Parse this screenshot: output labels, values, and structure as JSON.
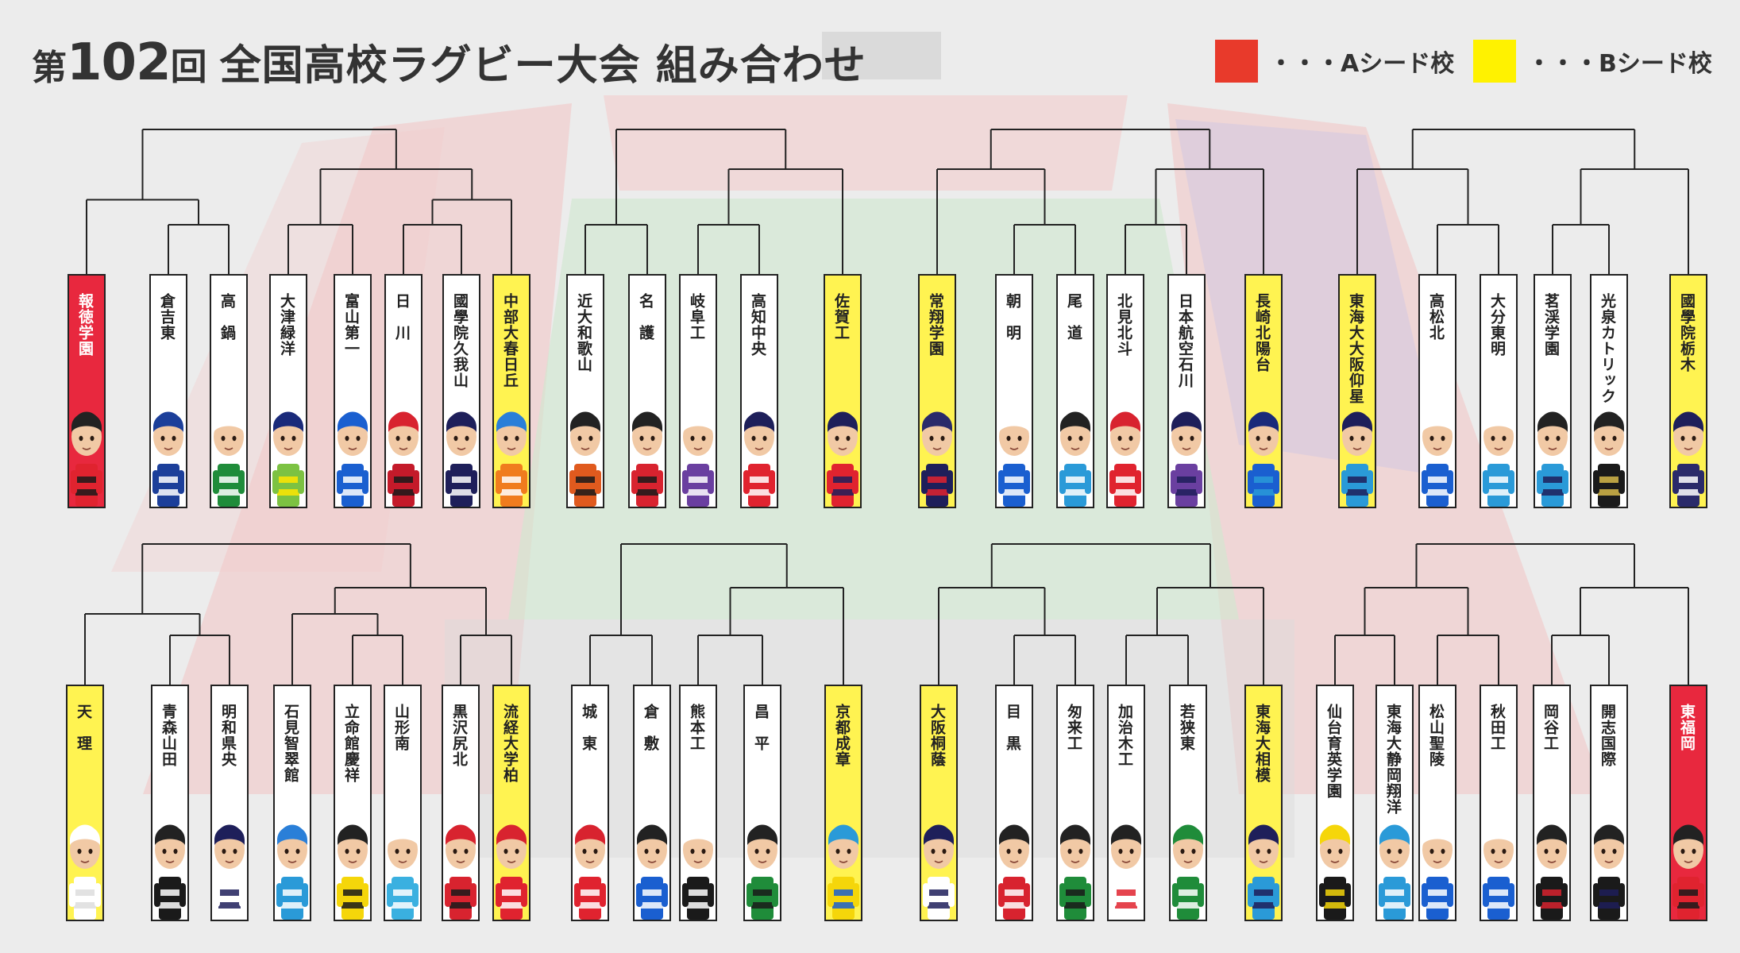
{
  "title": {
    "prefix": "第",
    "number": "102",
    "suffix": "回",
    "main": "全国高校ラグビー大会 組み合わせ"
  },
  "legend": [
    {
      "label": "・・・Aシード校",
      "color": "#e83a2b"
    },
    {
      "label": "・・・Bシード校",
      "color": "#fff200"
    }
  ],
  "colors": {
    "seed_a": "#e8283e",
    "seed_b": "#fff351",
    "normal": "#ffffff"
  },
  "blocks": [
    {
      "teams": [
        {
          "name": "報徳学園",
          "seed": "A",
          "jersey": [
            "#e0232f",
            "#1a1a1a"
          ],
          "helmet": "#222222"
        },
        {
          "name": "倉吉東",
          "seed": "",
          "jersey": [
            "#1c3f9a",
            "#ffffff"
          ],
          "helmet": "#1c3f9a"
        },
        {
          "name": "高　鍋",
          "seed": "",
          "jersey": [
            "#1f8c3a",
            "#ffffff"
          ],
          "helmet": "#ffffff"
        },
        {
          "name": "大津緑洋",
          "seed": "",
          "jersey": [
            "#7cc242",
            "#ffe600"
          ],
          "helmet": "#1a2a7a"
        },
        {
          "name": "富山第一",
          "seed": "",
          "jersey": [
            "#1a5fd0",
            "#ffffff"
          ],
          "helmet": "#1a5fd0"
        },
        {
          "name": "日　川",
          "seed": "",
          "jersey": [
            "#c41a2a",
            "#1a1a1a"
          ],
          "helmet": "#d8232f"
        },
        {
          "name": "國學院久我山",
          "seed": "",
          "jersey": [
            "#1e1f5a",
            "#ffffff"
          ],
          "helmet": "#1e1f5a"
        },
        {
          "name": "中部大春日丘",
          "seed": "B",
          "jersey": [
            "#f07c1e",
            "#ffffff"
          ],
          "helmet": "#2a7fd8"
        }
      ]
    },
    {
      "teams": [
        {
          "name": "近大和歌山",
          "seed": "",
          "jersey": [
            "#e05a1e",
            "#1a1a1a"
          ],
          "helmet": "#222222"
        },
        {
          "name": "名　護",
          "seed": "",
          "jersey": [
            "#d8232f",
            "#1a1a1a"
          ],
          "helmet": "#222222"
        },
        {
          "name": "岐阜工",
          "seed": "",
          "jersey": [
            "#6a3fa0",
            "#ffffff"
          ],
          "helmet": "#ffffff"
        },
        {
          "name": "高知中央",
          "seed": "",
          "jersey": [
            "#e0232f",
            "#ffffff"
          ],
          "helmet": "#1e1f5a"
        },
        {
          "name": "佐賀工",
          "seed": "B",
          "jersey": [
            "#e0232f",
            "#1e1f5a"
          ],
          "helmet": "#1e1f5a"
        }
      ]
    },
    {
      "teams": [
        {
          "name": "常翔学園",
          "seed": "B",
          "jersey": [
            "#1e1f5a",
            "#e0232f"
          ],
          "helmet": "#2a2a6a"
        },
        {
          "name": "朝　明",
          "seed": "",
          "jersey": [
            "#1a5fd0",
            "#ffffff"
          ],
          "helmet": "#ffffff"
        },
        {
          "name": "尾　道",
          "seed": "",
          "jersey": [
            "#2a9ad8",
            "#ffffff"
          ],
          "helmet": "#222222"
        },
        {
          "name": "北見北斗",
          "seed": "",
          "jersey": [
            "#e0232f",
            "#ffffff"
          ],
          "helmet": "#d8232f"
        },
        {
          "name": "日本航空石川",
          "seed": "",
          "jersey": [
            "#6a3fa0",
            "#1e1f5a"
          ],
          "helmet": "#1e1f5a"
        },
        {
          "name": "長崎北陽台",
          "seed": "B",
          "jersey": [
            "#1a5fd0",
            "#2a9ad8"
          ],
          "helmet": "#1a2a7a"
        }
      ]
    },
    {
      "teams": [
        {
          "name": "東海大大阪仰星",
          "seed": "B",
          "jersey": [
            "#2a9ad8",
            "#1e1f5a"
          ],
          "helmet": "#1e1f5a"
        },
        {
          "name": "高松北",
          "seed": "",
          "jersey": [
            "#1a5fd0",
            "#ffffff"
          ],
          "helmet": "#ffffff"
        },
        {
          "name": "大分東明",
          "seed": "",
          "jersey": [
            "#2a9ad8",
            "#ffffff"
          ],
          "helmet": "#ffffff"
        },
        {
          "name": "茗渓学園",
          "seed": "",
          "jersey": [
            "#2a9ad8",
            "#1e1f5a"
          ],
          "helmet": "#222222"
        },
        {
          "name": "光泉カトリック",
          "seed": "",
          "jersey": [
            "#1a1a1a",
            "#d6b94a"
          ],
          "helmet": "#222222"
        },
        {
          "name": "國學院栃木",
          "seed": "B",
          "jersey": [
            "#2a2a6a",
            "#ffffff"
          ],
          "helmet": "#1e1f5a"
        }
      ]
    },
    {
      "teams": [
        {
          "name": "天　理",
          "seed": "B",
          "jersey": [
            "#ffffff",
            "#dddddd"
          ],
          "helmet": "#ffffff"
        },
        {
          "name": "青森山田",
          "seed": "",
          "jersey": [
            "#1a1a1a",
            "#ffffff"
          ],
          "helmet": "#222222"
        },
        {
          "name": "明和県央",
          "seed": "",
          "jersey": [
            "#ffffff",
            "#1e1f5a"
          ],
          "helmet": "#1e1f5a"
        },
        {
          "name": "石見智翠館",
          "seed": "",
          "jersey": [
            "#2a9ad8",
            "#ffffff"
          ],
          "helmet": "#2a7fd8"
        },
        {
          "name": "立命館慶祥",
          "seed": "",
          "jersey": [
            "#f5d60a",
            "#1a1a1a"
          ],
          "helmet": "#222222"
        },
        {
          "name": "山形南",
          "seed": "",
          "jersey": [
            "#3ab0e0",
            "#ffffff"
          ],
          "helmet": "#ffffff"
        },
        {
          "name": "黒沢尻北",
          "seed": "",
          "jersey": [
            "#d8232f",
            "#1a1a1a"
          ],
          "helmet": "#d8232f"
        },
        {
          "name": "流経大学柏",
          "seed": "B",
          "jersey": [
            "#e0232f",
            "#ffffff"
          ],
          "helmet": "#d8232f"
        }
      ]
    },
    {
      "teams": [
        {
          "name": "城　東",
          "seed": "",
          "jersey": [
            "#e0232f",
            "#ffffff"
          ],
          "helmet": "#d8232f"
        },
        {
          "name": "倉　敷",
          "seed": "",
          "jersey": [
            "#1a5fd0",
            "#ffffff"
          ],
          "helmet": "#222222"
        },
        {
          "name": "熊本工",
          "seed": "",
          "jersey": [
            "#1a1a1a",
            "#ffffff"
          ],
          "helmet": "#ffffff"
        },
        {
          "name": "昌　平",
          "seed": "",
          "jersey": [
            "#1f8c3a",
            "#1a1a1a"
          ],
          "helmet": "#222222"
        },
        {
          "name": "京都成章",
          "seed": "B",
          "jersey": [
            "#f5d60a",
            "#1a5fd0"
          ],
          "helmet": "#2a9ad8"
        }
      ]
    },
    {
      "teams": [
        {
          "name": "大阪桐蔭",
          "seed": "B",
          "jersey": [
            "#ffffff",
            "#1e1f5a"
          ],
          "helmet": "#1e1f5a"
        },
        {
          "name": "目　黒",
          "seed": "",
          "jersey": [
            "#d8232f",
            "#ffffff"
          ],
          "helmet": "#222222"
        },
        {
          "name": "匆来工",
          "seed": "",
          "jersey": [
            "#1f8c3a",
            "#1a1a1a"
          ],
          "helmet": "#222222"
        },
        {
          "name": "加治木工",
          "seed": "",
          "jersey": [
            "#ffffff",
            "#e0232f"
          ],
          "helmet": "#222222"
        },
        {
          "name": "若狭東",
          "seed": "",
          "jersey": [
            "#1f8c3a",
            "#ffffff"
          ],
          "helmet": "#1f8c3a"
        },
        {
          "name": "東海大相模",
          "seed": "B",
          "jersey": [
            "#2a9ad8",
            "#1e1f5a"
          ],
          "helmet": "#1e1f5a"
        }
      ]
    },
    {
      "teams": [
        {
          "name": "仙台育英学園",
          "seed": "",
          "jersey": [
            "#1a1a1a",
            "#f5d60a"
          ],
          "helmet": "#f5d60a"
        },
        {
          "name": "東海大静岡翔洋",
          "seed": "",
          "jersey": [
            "#2a9ad8",
            "#ffffff"
          ],
          "helmet": "#2a9ad8"
        },
        {
          "name": "松山聖陵",
          "seed": "",
          "jersey": [
            "#1a5fd0",
            "#ffffff"
          ],
          "helmet": "#ffffff"
        },
        {
          "name": "秋田工",
          "seed": "",
          "jersey": [
            "#1a5fd0",
            "#ffffff"
          ],
          "helmet": "#ffffff"
        },
        {
          "name": "岡谷工",
          "seed": "",
          "jersey": [
            "#1a1a1a",
            "#d8232f"
          ],
          "helmet": "#222222"
        },
        {
          "name": "開志国際",
          "seed": "",
          "jersey": [
            "#1a1a1a",
            "#1e1f5a"
          ],
          "helmet": "#222222"
        },
        {
          "name": "東福岡",
          "seed": "A",
          "jersey": [
            "#e0232f",
            "#1a1a1a"
          ],
          "helmet": "#222222"
        }
      ]
    }
  ]
}
